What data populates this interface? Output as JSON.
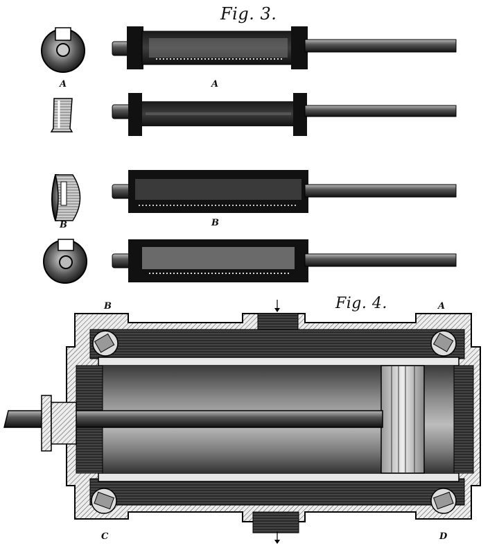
{
  "figure3": {
    "title": "Fig. 3.",
    "labels": [
      "A",
      "A",
      "B",
      "B"
    ]
  },
  "figure4": {
    "title": "Fig. 4.",
    "corners": [
      "B",
      "A",
      "C",
      "D"
    ]
  }
}
